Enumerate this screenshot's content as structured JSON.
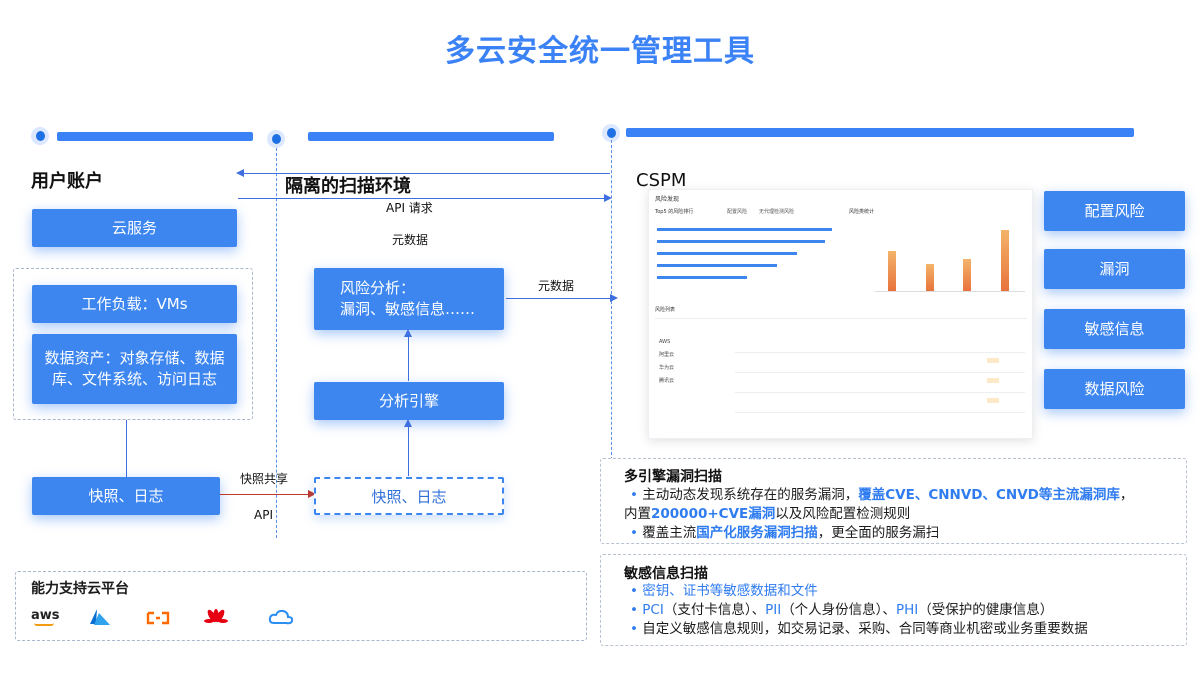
{
  "title": "多云安全统一管理工具",
  "user_account": {
    "heading": "用户账户",
    "cloud_services": "云服务",
    "workload": "工作负载：VMs",
    "data_assets_line1": "数据资产：对象存储、数据",
    "data_assets_line2": "库、文件系统、访问日志",
    "snapshot_logs": "快照、日志"
  },
  "isolated_env": {
    "heading": "隔离的扫描环境",
    "api_request": "API 请求",
    "metadata_in": "元数据",
    "risk_analysis_line1": "风险分析：",
    "risk_analysis_line2": "漏洞、敏感信息……",
    "analysis_engine": "分析引擎",
    "snapshot_logs": "快照、日志",
    "snapshot_share": "快照共享",
    "api": "API",
    "metadata_out": "元数据"
  },
  "cspm": {
    "heading": "CSPM",
    "risks": [
      "配置风险",
      "漏洞",
      "敏感信息",
      "数据风险"
    ]
  },
  "console_preview": {
    "risk_discovery": "风险发现",
    "top5": "Top5 的风险排行",
    "config_risk": "配置风险",
    "no_vuln": "无代理检测风险",
    "risk_stats": "风险类统计",
    "risk_list": "风险列表",
    "providers": [
      "AWS",
      "阿里云",
      "华为云",
      "腾讯云"
    ],
    "bar_chart_values": [
      0.55,
      0.38,
      0.45,
      0.85
    ]
  },
  "platforms": {
    "heading": "能力支持云平台",
    "logos": [
      "aws",
      "azure-icon",
      "aliyun-icon",
      "huawei-icon",
      "tencent-cloud-icon"
    ],
    "aws_text": "aws"
  },
  "multi_engine": {
    "title": "多引擎漏洞扫描",
    "l1_prefix": "主动动态发现系统存在的服务漏洞，",
    "l1_hl": "覆盖CVE、CNNVD、CNVD等主流漏洞库",
    "l1_suffix": "，",
    "l2_prefix": "内置",
    "l2_hl": "200000+CVE漏洞",
    "l2_suffix": "以及风险配置检测规则",
    "l3_prefix": "覆盖主流",
    "l3_hl": "国产化服务漏洞扫描",
    "l3_suffix": "，更全面的服务漏扫"
  },
  "sensitive": {
    "title": "敏感信息扫描",
    "l1": "密钥、证书等敏感数据和文件",
    "l2_pci": "PCI",
    "l2_a": "（支付卡信息）、",
    "l2_pii": "PII",
    "l2_b": "（个人身份信息）、",
    "l2_phi": "PHI",
    "l2_c": "（受保护的健康信息）",
    "l3": "自定义敏感信息规则，如交易记录、采购、合同等商业机密或业务重要数据"
  },
  "bullet_char": "•"
}
